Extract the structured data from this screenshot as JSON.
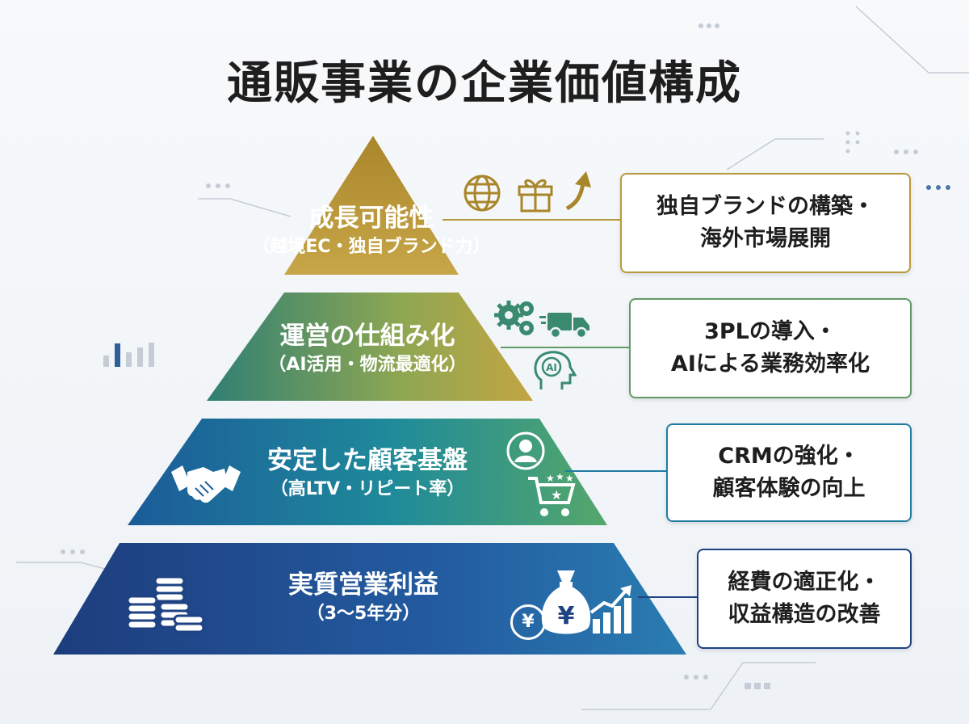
{
  "title": "通販事業の企業価値構成",
  "tiers": [
    {
      "title": "成長可能性",
      "subtitle": "（越境EC・独自ブランド力）",
      "callout": [
        "独自ブランドの構築・",
        "海外市場展開"
      ],
      "color": "#b99a3b",
      "icons": [
        "globe-icon",
        "gift-icon",
        "up-arrow-icon"
      ]
    },
    {
      "title": "運営の仕組み化",
      "subtitle": "（AI活用・物流最適化）",
      "callout": [
        "3PLの導入・",
        "AIによる業務効率化"
      ],
      "color": "#5f9a68",
      "icons": [
        "gears-icon",
        "delivery-truck-icon",
        "ai-head-icon"
      ]
    },
    {
      "title": "安定した顧客基盤",
      "subtitle": "（高LTV・リピート率）",
      "callout": [
        "CRMの強化・",
        "顧客体験の向上"
      ],
      "color": "#1f7ca1",
      "icons": [
        "handshake-icon",
        "user-circle-icon",
        "star-cart-icon"
      ]
    },
    {
      "title": "実質営業利益",
      "subtitle": "（3〜5年分）",
      "callout": [
        "経費の適正化・",
        "収益構造の改善"
      ],
      "color": "#1f4283",
      "icons": [
        "coin-stacks-icon",
        "yen-coin-icon",
        "money-bag-icon",
        "growth-chart-icon"
      ]
    }
  ],
  "yen_symbol": "¥"
}
